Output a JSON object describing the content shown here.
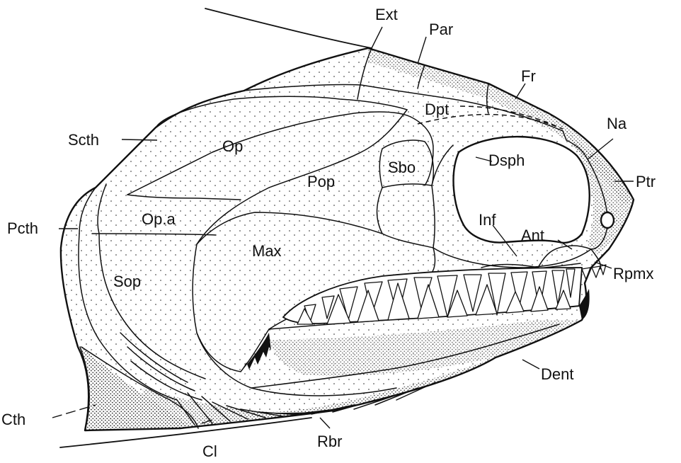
{
  "diagram": {
    "labels": {
      "ext": "Ext",
      "par": "Par",
      "fr": "Fr",
      "dpt": "Dpt",
      "na": "Na",
      "ptr": "Ptr",
      "dsph": "Dsph",
      "sbo": "Sbo",
      "op": "Op",
      "scth": "Scth",
      "pop": "Pop",
      "opa": "Op.a",
      "pcth": "Pcth",
      "inf": "Inf",
      "ant": "Ant",
      "max": "Max",
      "sop": "Sop",
      "rpmx": "Rpmx",
      "dent": "Dent",
      "cth": "Cth",
      "cl": "Cl",
      "rbr": "Rbr"
    }
  }
}
